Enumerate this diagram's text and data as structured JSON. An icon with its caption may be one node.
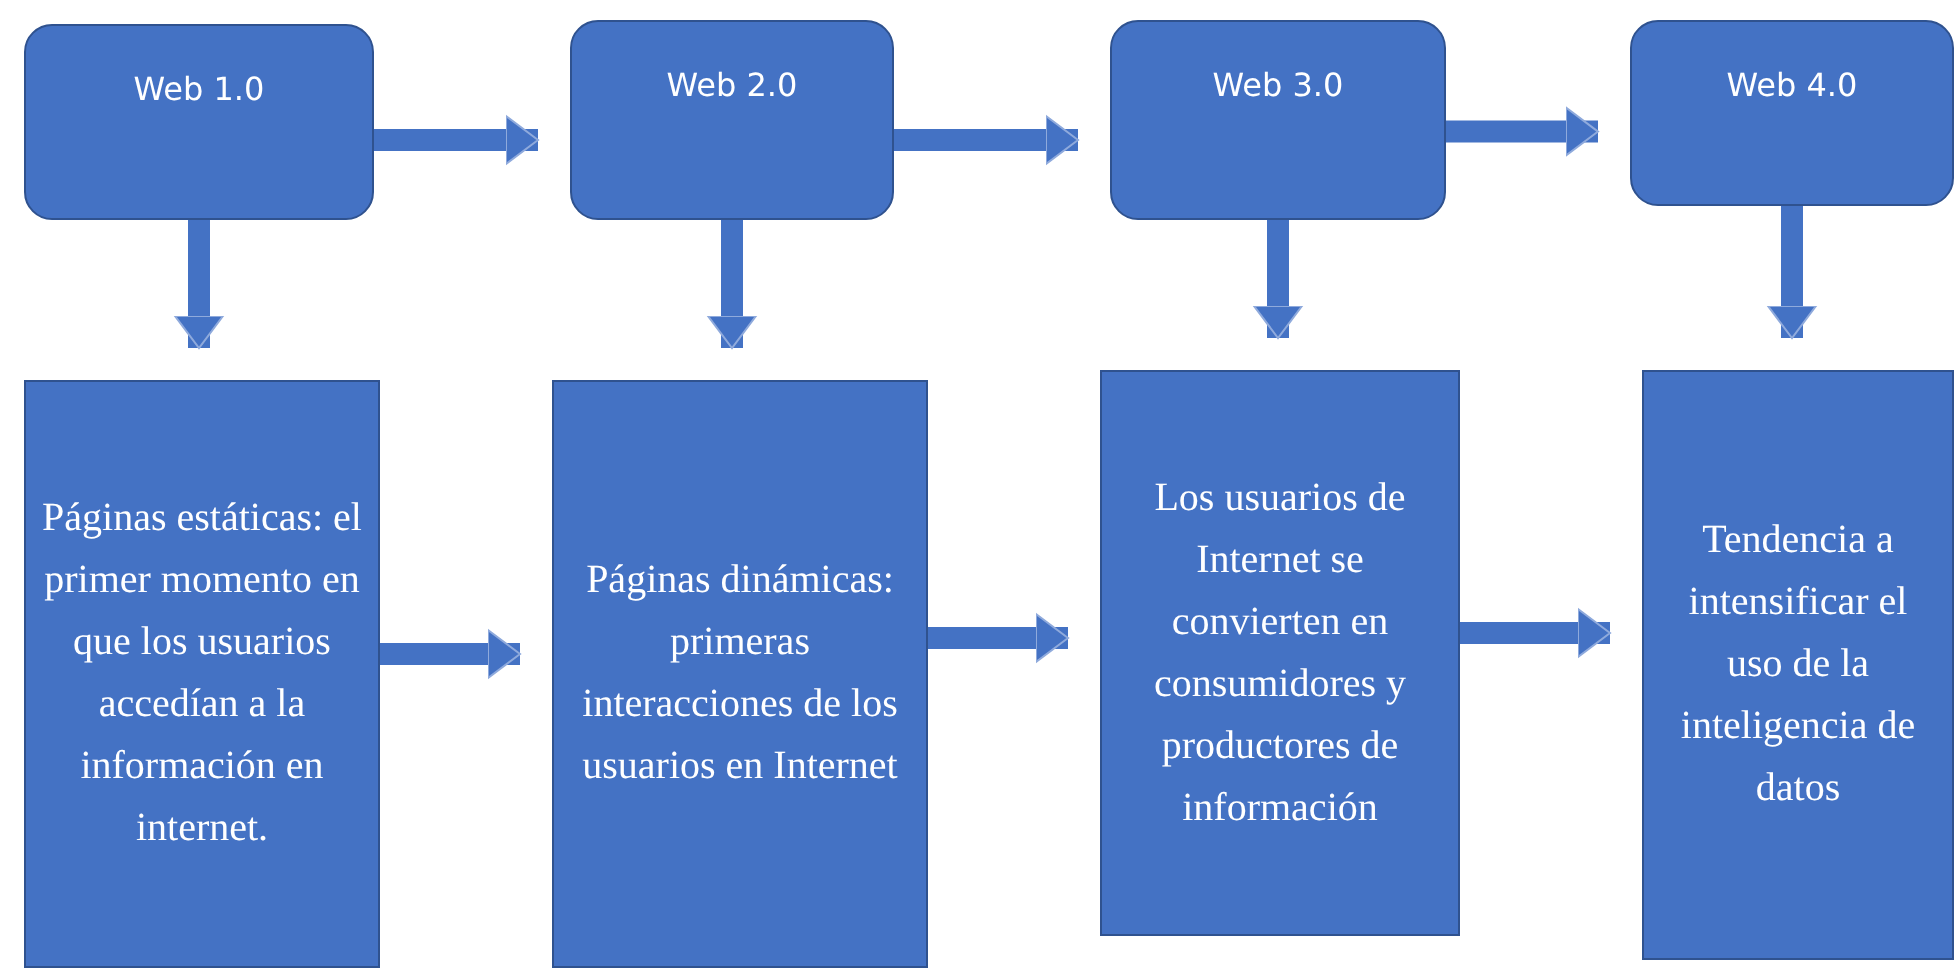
{
  "diagram": {
    "nodes": [
      {
        "text": [
          "Web 1.0"
        ]
      },
      {
        "text": [
          "Web 2.0"
        ]
      },
      {
        "text": [
          "Web 3.0"
        ]
      },
      {
        "text": [
          "Web 4.0"
        ]
      },
      {
        "text": [
          "Páginas estáticas: el primer momento en que los usuarios accedían a la información en internet."
        ]
      },
      {
        "text": [
          "Páginas dinámicas: primeras interacciones de los usuarios en Internet"
        ]
      },
      {
        "text": [
          "Los usuarios de Internet se convierten en consumidores y productores de información"
        ]
      },
      {
        "text": [
          "Tendencia a intensificar el uso de la inteligencia de datos"
        ]
      }
    ],
    "edges": [
      {
        "from": 0,
        "to": 1,
        "arrow": "to"
      },
      {
        "from": 1,
        "to": 2,
        "arrow": "to"
      },
      {
        "from": 2,
        "to": 3,
        "arrow": "to"
      },
      {
        "from": 0,
        "to": 4,
        "arrow": "to"
      },
      {
        "from": 1,
        "to": 5,
        "arrow": "to"
      },
      {
        "from": 2,
        "to": 6,
        "arrow": "to"
      },
      {
        "from": 3,
        "to": 7,
        "arrow": "to"
      },
      {
        "from": 4,
        "to": 5,
        "arrow": "to"
      },
      {
        "from": 5,
        "to": 6,
        "arrow": "to"
      },
      {
        "from": 6,
        "to": 7,
        "arrow": "to"
      }
    ]
  }
}
